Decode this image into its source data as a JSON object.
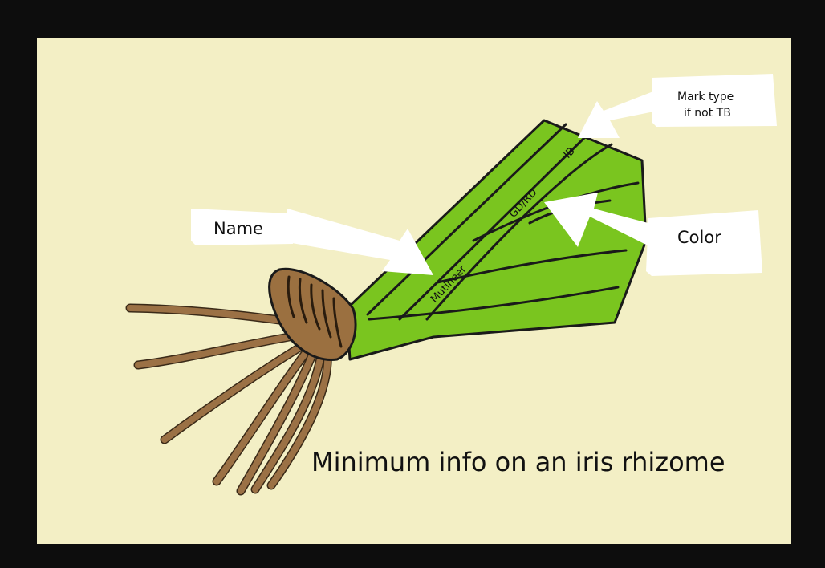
{
  "colors": {
    "frame": "#0d0d0d",
    "background": "#f3efc5",
    "leaf": "#7ac51f",
    "rhizome": "#9b7040",
    "root": "#9b7145",
    "outline": "#1a1a1a",
    "callout": "#ffffff"
  },
  "labels": {
    "name": "Name",
    "color": "Color",
    "mark_type_line1": "Mark type",
    "mark_type_line2": "if not TB"
  },
  "leaf_text": {
    "name_value": "Mutineer",
    "color_value": "GD/RD",
    "type_value": "IB"
  },
  "caption": "Minimum info on an iris rhizome"
}
